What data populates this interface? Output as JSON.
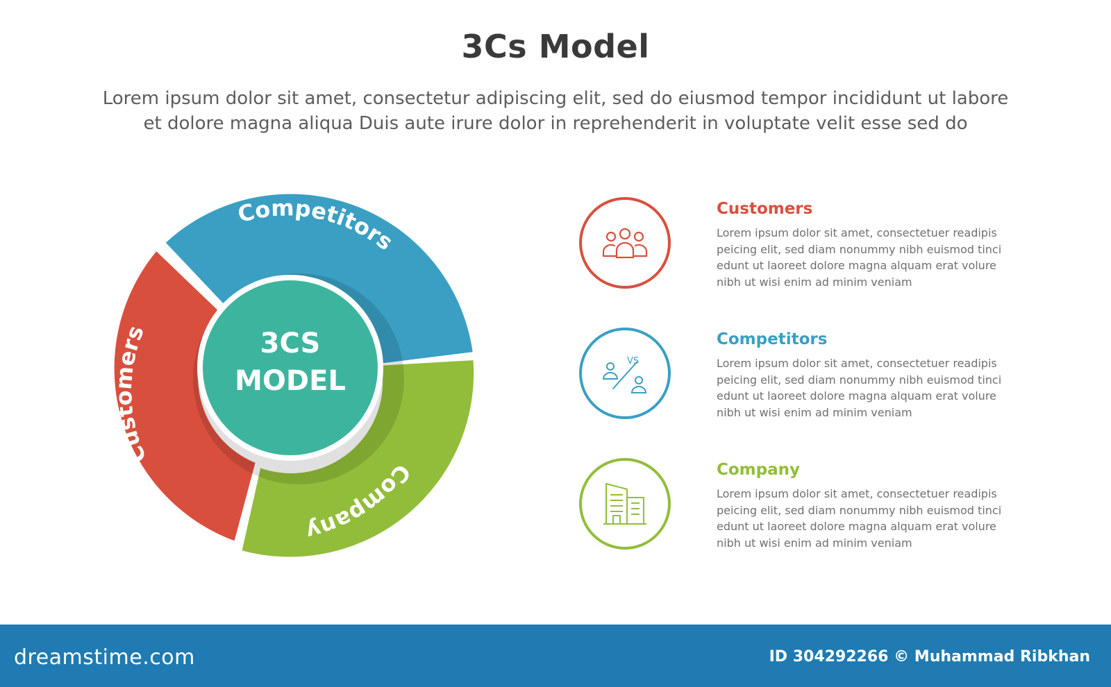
{
  "header": {
    "title": "3Cs Model",
    "subtitle_lines": [
      "Lorem ipsum dolor sit amet, consectetur adipiscing elit, sed do eiusmod tempor incididunt ut labore",
      "et dolore magna aliqua Duis aute irure dolor in reprehenderit in voluptate velit esse sed do"
    ]
  },
  "cycle": {
    "center_lines": [
      "3CS",
      "MODEL"
    ],
    "center_color": "#3db59e",
    "segments": [
      {
        "label": "Competitors",
        "color": "#3a9fc3"
      },
      {
        "label": "Company",
        "color": "#92bd3a"
      },
      {
        "label": "Customers",
        "color": "#d94f3e"
      }
    ]
  },
  "entries": [
    {
      "title": "Customers",
      "color": "#d94f3e",
      "icon": "people-group-icon",
      "body_lines": [
        "Lorem ipsum dolor sit amet, consectetuer readipis",
        "peicing elit, sed diam nonummy nibh euismod tinci",
        "edunt ut laoreet dolore magna alquam erat volure",
        "nibh ut wisi enim ad minim veniam"
      ]
    },
    {
      "title": "Competitors",
      "color": "#3a9fc3",
      "icon": "versus-people-icon",
      "icon_text": "VS",
      "body_lines": [
        "Lorem ipsum dolor sit amet, consectetuer readipis",
        "peicing elit, sed diam nonummy nibh euismod tinci",
        "edunt ut laoreet dolore magna alquam erat volure",
        "nibh ut wisi enim ad minim veniam"
      ]
    },
    {
      "title": "Company",
      "color": "#92bd3a",
      "icon": "office-building-icon",
      "body_lines": [
        "Lorem ipsum dolor sit amet, consectetuer readipis",
        "peicing elit, sed diam nonummy nibh euismod tinci",
        "edunt ut laoreet dolore magna alquam erat volure",
        "nibh ut wisi enim ad minim veniam"
      ]
    }
  ],
  "footer": {
    "logo": "dreamstime.com",
    "credit": "ID 304292266 © Muhammad Ribkhan",
    "background": "#1f7bb1"
  }
}
